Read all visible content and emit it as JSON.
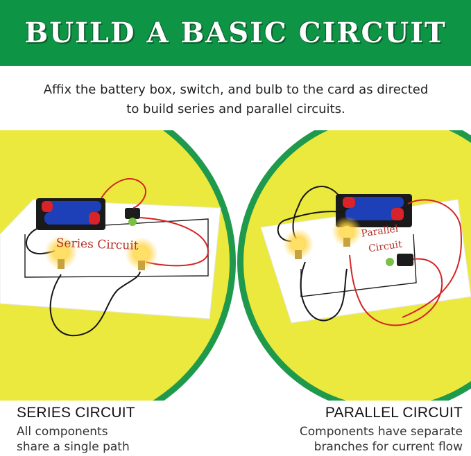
{
  "header": {
    "title": "BUILD A BASIC CIRCUIT"
  },
  "intro": {
    "line1": "Affix the battery box, switch, and bulb to the card as directed",
    "line2": "to build series and parallel circuits."
  },
  "series": {
    "card_label": "Series Circuit",
    "title": "SERIES CIRCUIT",
    "desc_line1": "All components",
    "desc_line2": "share a single path"
  },
  "parallel": {
    "card_label_line1": "Parallel",
    "card_label_line2": "Circuit",
    "title": "PARALLEL CIRCUIT",
    "desc_line1": "Components have separate",
    "desc_line2": "branches for current flow"
  },
  "colors": {
    "banner_green": "#0e9445",
    "circle_ring": "#1f9a4c",
    "circle_fill": "#ece93e",
    "wire_red": "#d42424",
    "wire_black": "#151515",
    "battery_blue": "#1d3fb8",
    "battery_red": "#d8232a",
    "label_red": "#b3322a"
  }
}
